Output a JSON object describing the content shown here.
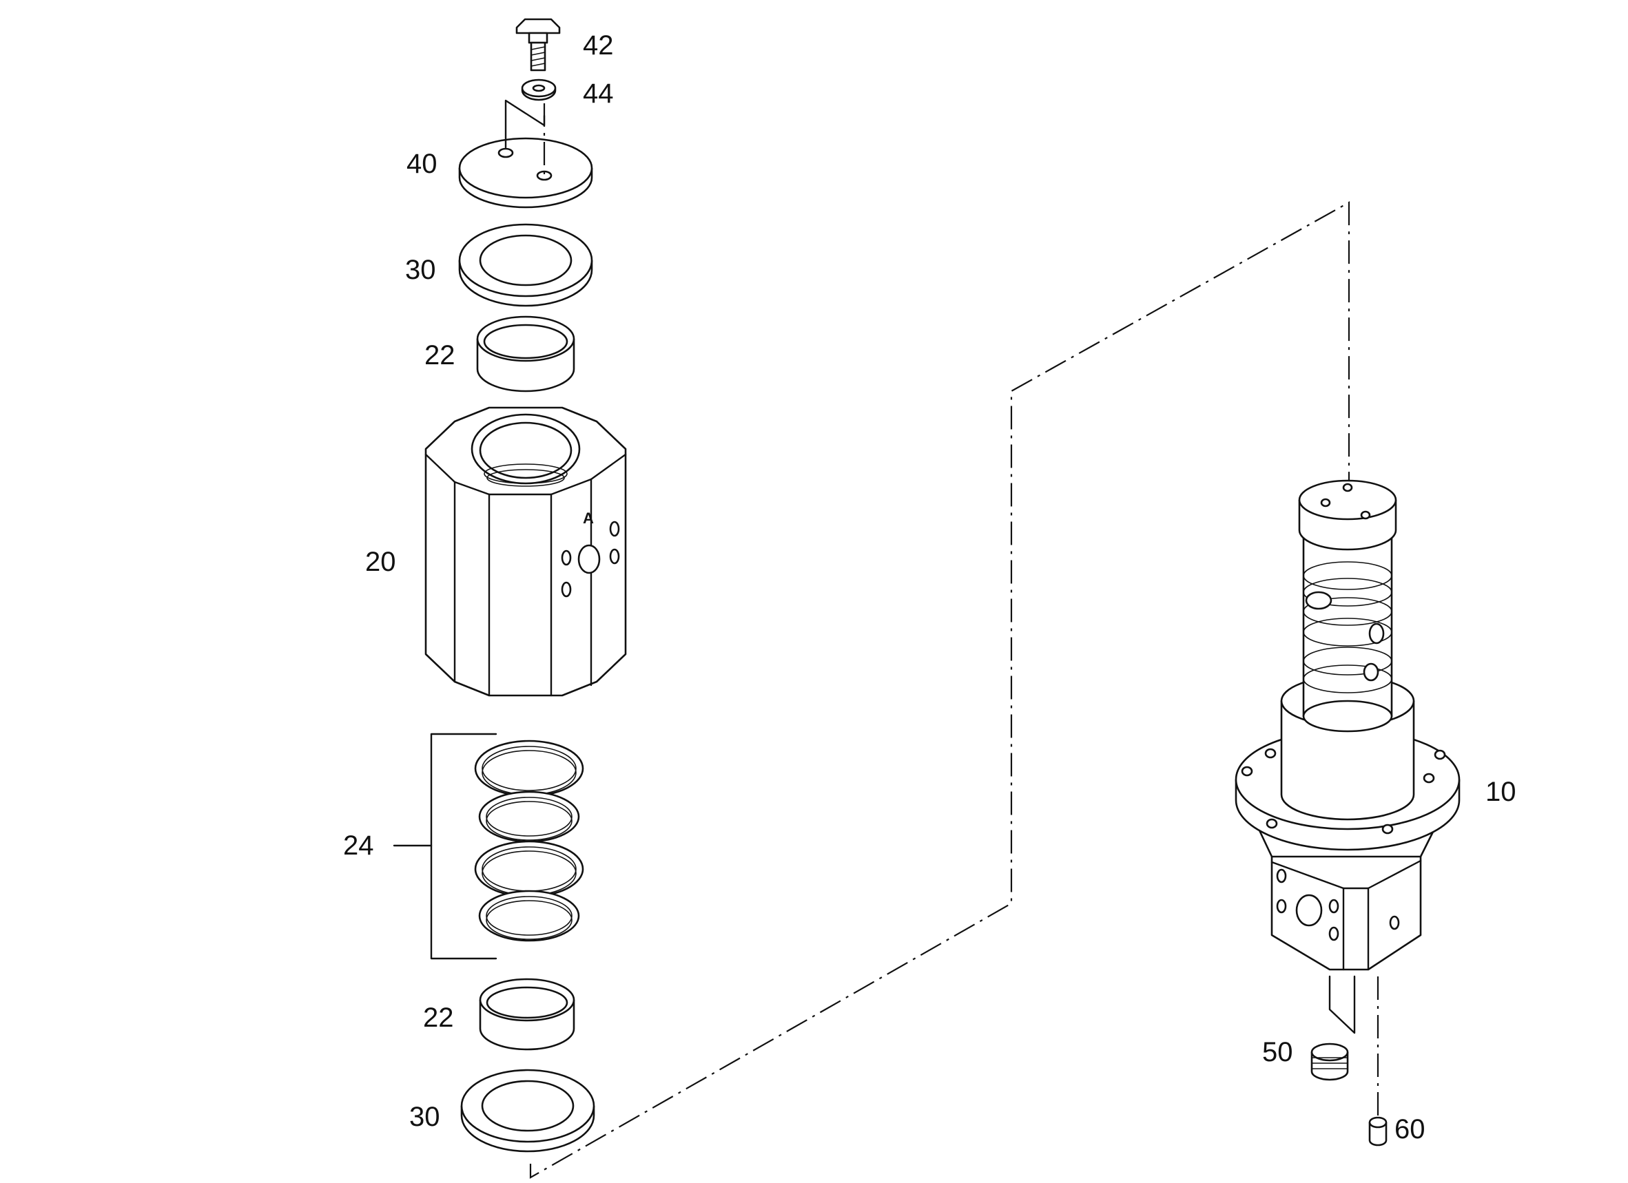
{
  "diagram": {
    "parts": {
      "p10": "10",
      "p20": "20",
      "p22_top": "22",
      "p22_bottom": "22",
      "p24": "24",
      "p30_top": "30",
      "p30_bottom": "30",
      "p40": "40",
      "p42": "42",
      "p44": "44",
      "p50": "50",
      "p60": "60"
    },
    "face_marking": "A"
  }
}
